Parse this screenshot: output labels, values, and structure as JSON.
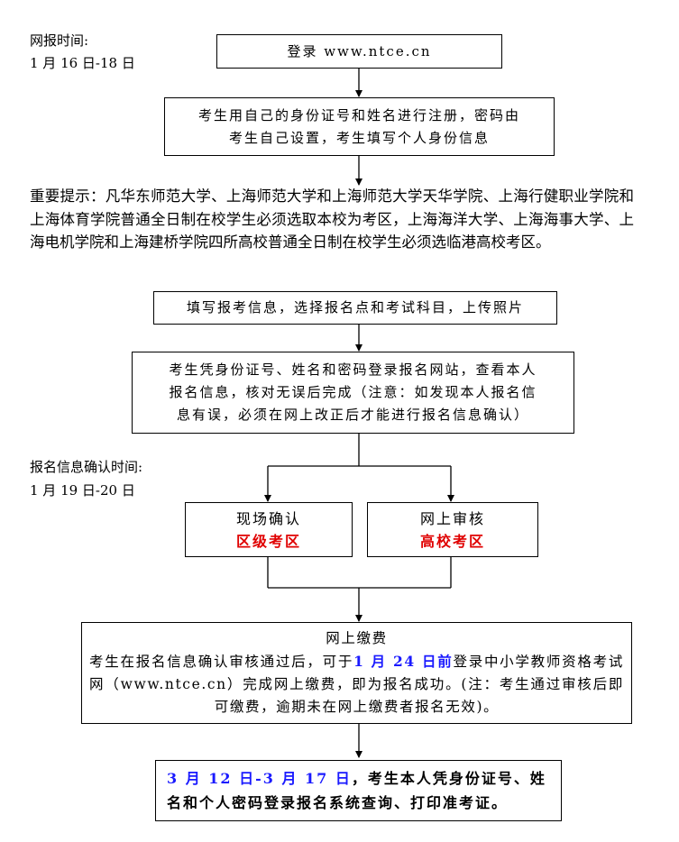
{
  "reg_time": {
    "label": "网报时间:",
    "dates": "1 月 16 日-18 日"
  },
  "step1": "登录 www.ntce.cn",
  "step2": {
    "line1": "考生用自己的身份证号和姓名进行注册，密码由",
    "line2": "考生自己设置，考生填写个人身份信息"
  },
  "notice": "重要提示：凡华东师范大学、上海师范大学和上海师范大学天华学院、上海行健职业学院和上海体育学院普通全日制在校学生必须选取本校为考区，上海海洋大学、上海海事大学、上海电机学院和上海建桥学院四所高校普通全日制在校学生必须选临港高校考区。",
  "step3": "填写报考信息，选择报名点和考试科目，上传照片",
  "step4": {
    "line1": "考生凭身份证号、姓名和密码登录报名网站，查看本人",
    "line2": "报名信息，核对无误后完成（注意：如发现本人报名信",
    "line3": "息有误，必须在网上改正后才能进行报名信息确认）"
  },
  "confirm_time": {
    "label": "报名信息确认时间:",
    "dates": "1 月 19 日-20 日"
  },
  "onsite": {
    "title": "现场确认",
    "area": "区级考区"
  },
  "online_review": {
    "title": "网上审核",
    "area": "高校考区"
  },
  "payment": {
    "title": "网上缴费",
    "pre": "考生在报名信息确认审核通过后，可于",
    "deadline": "1 月 24 日前",
    "post": "登录中小学教师资格考试网（www.ntce.cn）完成网上缴费，即为报名成功。(注：考生通过审核后即可缴费，逾期未在网上缴费者报名无效)。"
  },
  "final": {
    "dates": "3 月 12 日-3 月 17 日",
    "text": "，考生本人凭身份证号、姓名和个人密码登录报名系统查询、打印准考证。"
  },
  "colors": {
    "red": "#e00000",
    "blue": "#1a1aff"
  }
}
